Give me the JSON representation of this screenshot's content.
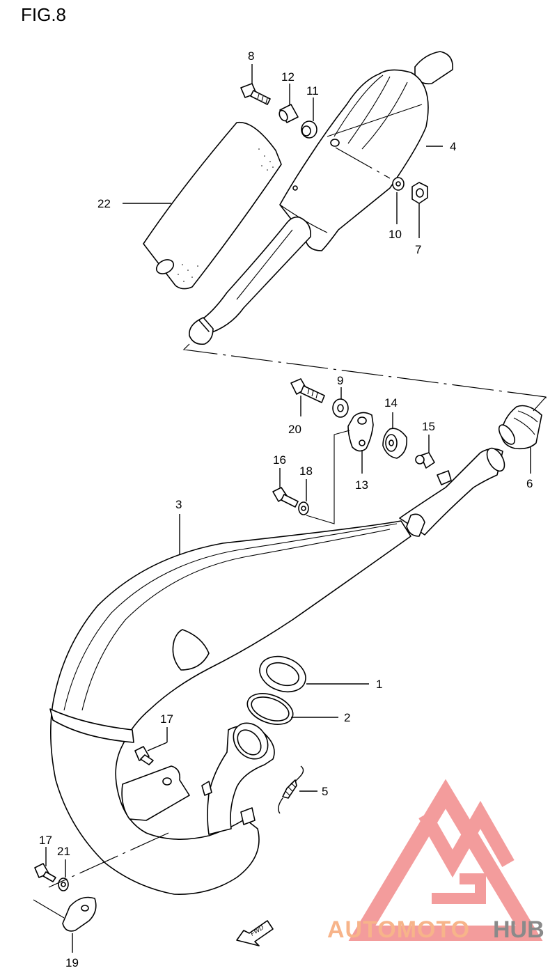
{
  "figure": {
    "title": "FIG.8"
  },
  "callouts": [
    "1",
    "2",
    "3",
    "4",
    "5",
    "6",
    "7",
    "8",
    "9",
    "10",
    "11",
    "12",
    "13",
    "14",
    "15",
    "16",
    "17",
    "18",
    "19",
    "20",
    "21",
    "22"
  ],
  "callout_17b": "17",
  "fwd_label": "FWD",
  "watermark": {
    "part1": "AUTOMOTO",
    "part2": "HUB",
    "color1": "#f7b48a",
    "color2": "#8a8a8a",
    "logo_color": "#f06c6c"
  }
}
